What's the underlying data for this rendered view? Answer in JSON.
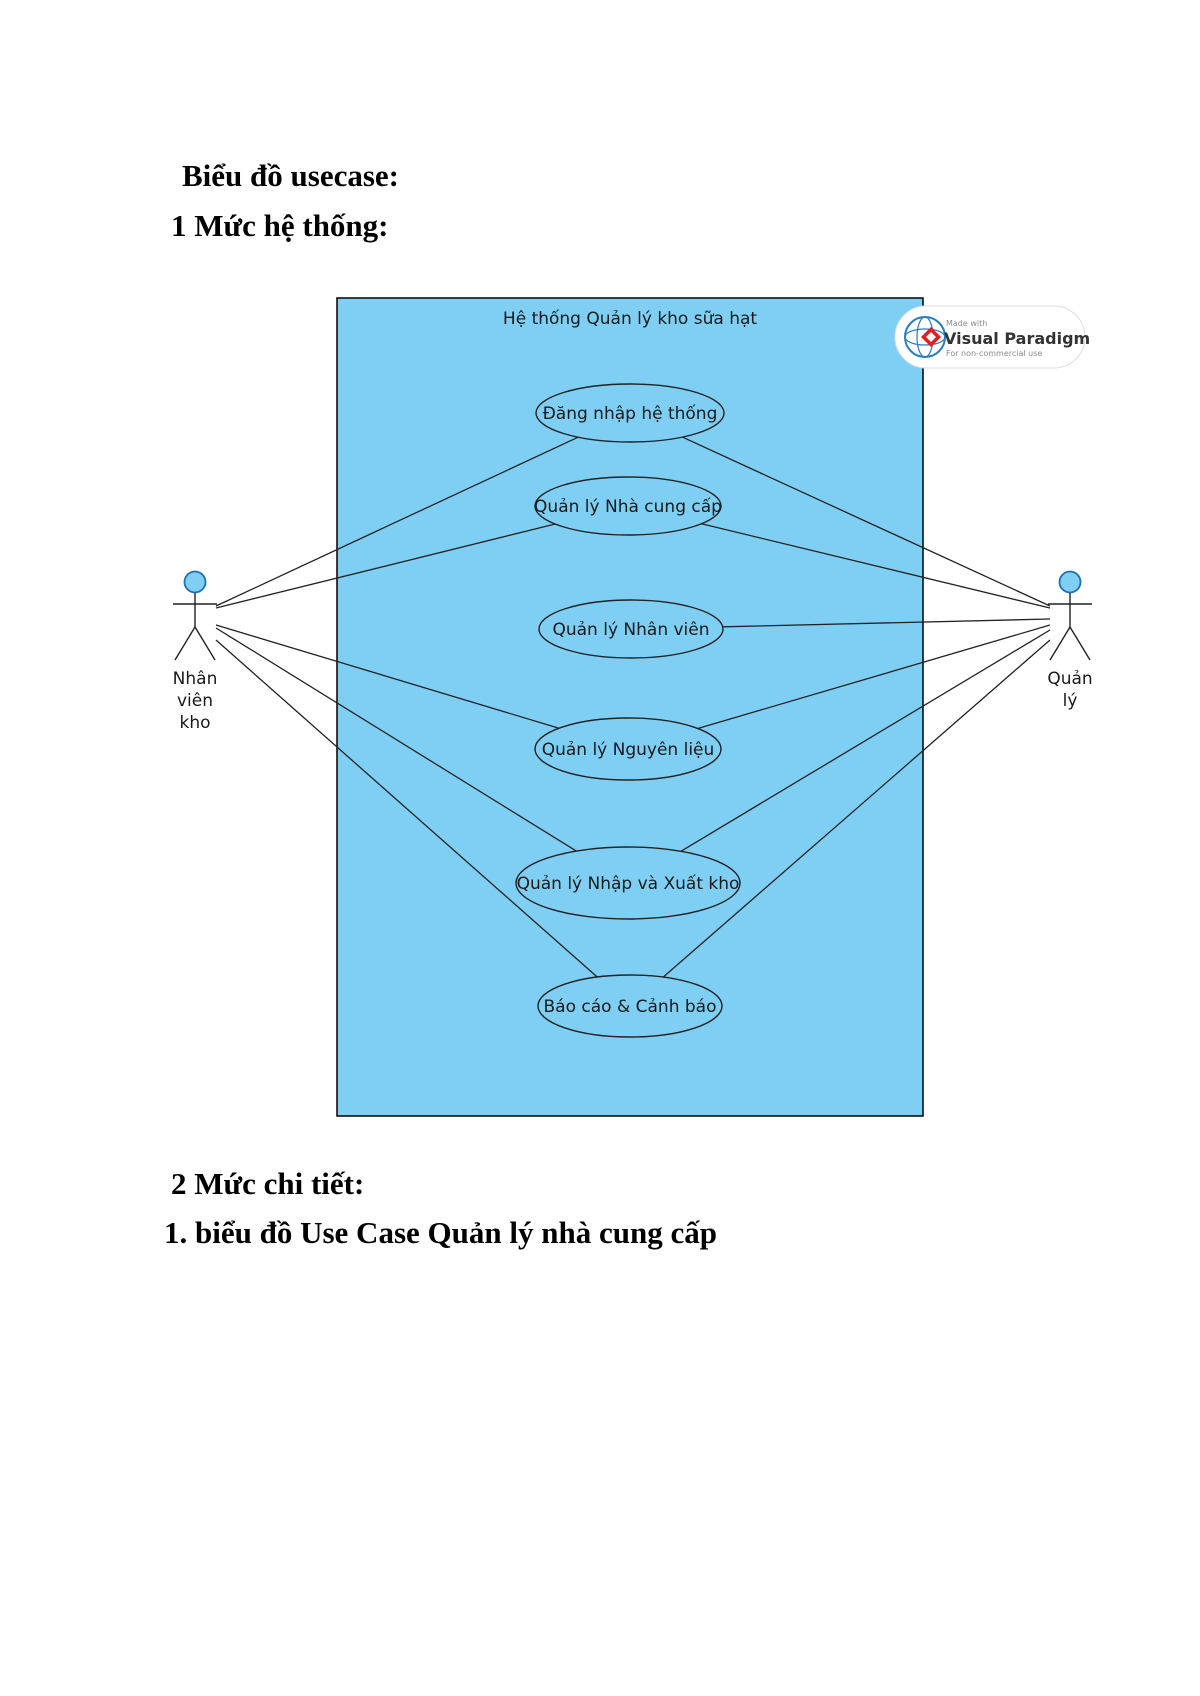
{
  "document": {
    "title": "Biểu đồ usecase:",
    "level1_heading": "1 Mức hệ thống:",
    "level2_heading": "2 Mức chi tiết:",
    "item1": "1. biểu đồ Use Case Quản lý nhà cung cấp"
  },
  "diagram": {
    "system_name": "Hệ thống Quản lý kho sữa hạt",
    "system_fill": "#7FCFF5",
    "actor_fill": "#7FCFF5",
    "actors": {
      "left": [
        "Nhân",
        "viên",
        "kho"
      ],
      "right": [
        "Quản",
        "lý"
      ]
    },
    "use_cases": [
      "Đăng nhập hệ thống",
      "Quản lý Nhà cung cấp",
      "Quản lý Nhân viên",
      "Quản lý Nguyên liệu",
      "Quản lý Nhập và Xuất kho",
      "Báo cáo & Cảnh báo"
    ],
    "watermark": {
      "line1": "Made with",
      "brand": "Visual Paradigm",
      "line2": "For non-commercial use"
    }
  }
}
